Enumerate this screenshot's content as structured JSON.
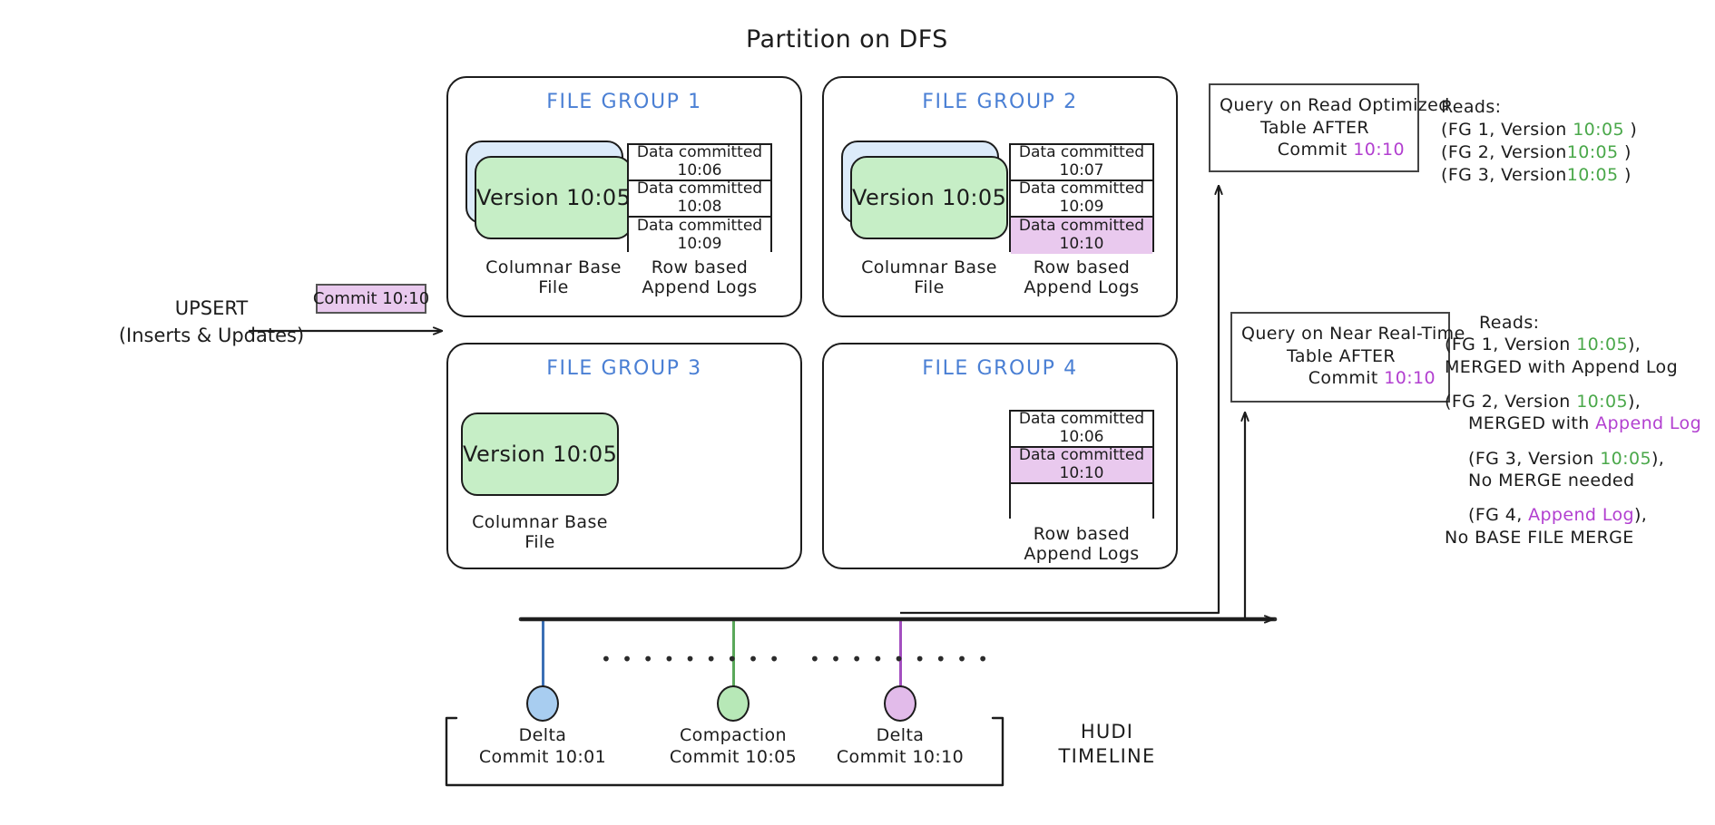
{
  "title": "Partition on DFS",
  "colors": {
    "base_file_green": "#c6eec6",
    "base_file_blue": "#dcebfa",
    "commit_purple": "#e9c9ee",
    "file_group_label_blue": "#4a7fd4",
    "purple_text": "#b23fd0",
    "green_text": "#4aa84a",
    "ink": "#1c1c1c"
  },
  "upsert": {
    "line1": "UPSERT",
    "line2": "(Inserts & Updates)",
    "commit_badge": "Commit 10:10"
  },
  "file_groups": [
    {
      "label": "FILE GROUP 1",
      "base_file": {
        "version_label": "Version 10:05",
        "caption": "Columnar Base\nFile",
        "has_back_card": true
      },
      "append_logs": {
        "caption": "Row based\nAppend Logs",
        "rows": [
          {
            "line1": "Data committed",
            "line2": "10:06",
            "highlight": false
          },
          {
            "line1": "Data committed",
            "line2": "10:08",
            "highlight": false
          },
          {
            "line1": "Data committed",
            "line2": "10:09",
            "highlight": false
          }
        ]
      }
    },
    {
      "label": "FILE GROUP 2",
      "base_file": {
        "version_label": "Version 10:05",
        "caption": "Columnar Base\nFile",
        "has_back_card": true
      },
      "append_logs": {
        "caption": "Row based\nAppend Logs",
        "rows": [
          {
            "line1": "Data committed",
            "line2": "10:07",
            "highlight": false
          },
          {
            "line1": "Data committed",
            "line2": "10:09",
            "highlight": false
          },
          {
            "line1": "Data committed",
            "line2": "10:10",
            "highlight": true
          }
        ]
      }
    },
    {
      "label": "FILE GROUP 3",
      "base_file": {
        "version_label": "Version 10:05",
        "caption": "Columnar Base\nFile",
        "has_back_card": false
      },
      "append_logs": null
    },
    {
      "label": "FILE GROUP 4",
      "base_file": null,
      "append_logs": {
        "caption": "Row based\nAppend Logs",
        "rows": [
          {
            "line1": "Data committed",
            "line2": "10:06",
            "highlight": false
          },
          {
            "line1": "Data committed",
            "line2": "10:10",
            "highlight": true
          },
          {
            "line1": "",
            "line2": "",
            "highlight": false
          }
        ]
      }
    }
  ],
  "queries": [
    {
      "id": "read-optimized",
      "box_line1": "Query on Read Optimized",
      "box_line2": "Table AFTER",
      "box_line3_prefix": "Commit ",
      "box_line3_value": "10:10",
      "reads_heading": "Reads:",
      "reads": [
        {
          "prefix": "(FG 1, Version ",
          "value": "10:05",
          "suffix": " )",
          "indent": false,
          "gap": false
        },
        {
          "prefix": "(FG 2, Version",
          "value": "10:05",
          "suffix": " )",
          "indent": false,
          "gap": false
        },
        {
          "prefix": "(FG 3, Version",
          "value": "10:05",
          "suffix": " )",
          "indent": false,
          "gap": false
        }
      ]
    },
    {
      "id": "near-real-time",
      "box_line1": "Query on Near Real-Time",
      "box_line2": "Table AFTER",
      "box_line3_prefix": "Commit ",
      "box_line3_value": "10:10",
      "reads_heading": "Reads:",
      "reads": [
        {
          "prefix": "(FG 1, Version ",
          "value": "10:05",
          "suffix": "),",
          "indent": false,
          "gap": false
        },
        {
          "prefix": "MERGED with Append Log",
          "value": "",
          "suffix": "",
          "indent": false,
          "gap": false
        },
        {
          "prefix": "(FG 2, Version ",
          "value": "10:05",
          "suffix": "),",
          "indent": false,
          "gap": true
        },
        {
          "prefix": "MERGED with ",
          "value": "",
          "suffix": "",
          "purple_tail": "Append Log",
          "indent": true,
          "gap": false
        },
        {
          "prefix": "(FG 3, Version ",
          "value": "10:05",
          "suffix": "),",
          "indent": true,
          "gap": true
        },
        {
          "prefix": "No MERGE needed",
          "value": "",
          "suffix": "",
          "indent": true,
          "gap": false
        },
        {
          "prefix": "(FG 4, ",
          "value": "",
          "suffix": "),",
          "purple_mid": "Append Log",
          "indent": true,
          "gap": true
        },
        {
          "prefix": "No BASE FILE MERGE",
          "value": "",
          "suffix": "",
          "indent": false,
          "gap": false
        }
      ]
    }
  ],
  "timeline": {
    "label": "HUDI\nTIMELINE",
    "nodes": [
      {
        "kind": "Delta",
        "caption": "Delta\nCommit 10:01",
        "color": "#a8cdf0",
        "time": "10:01"
      },
      {
        "kind": "Compaction",
        "caption": "Compaction\nCommit 10:05",
        "color": "#b7e8b7",
        "time": "10:05"
      },
      {
        "kind": "Delta",
        "caption": "Delta\nCommit 10:10",
        "color": "#e2bbea",
        "time": "10:10"
      }
    ],
    "ellipsis": "• • • • • • • • •"
  }
}
